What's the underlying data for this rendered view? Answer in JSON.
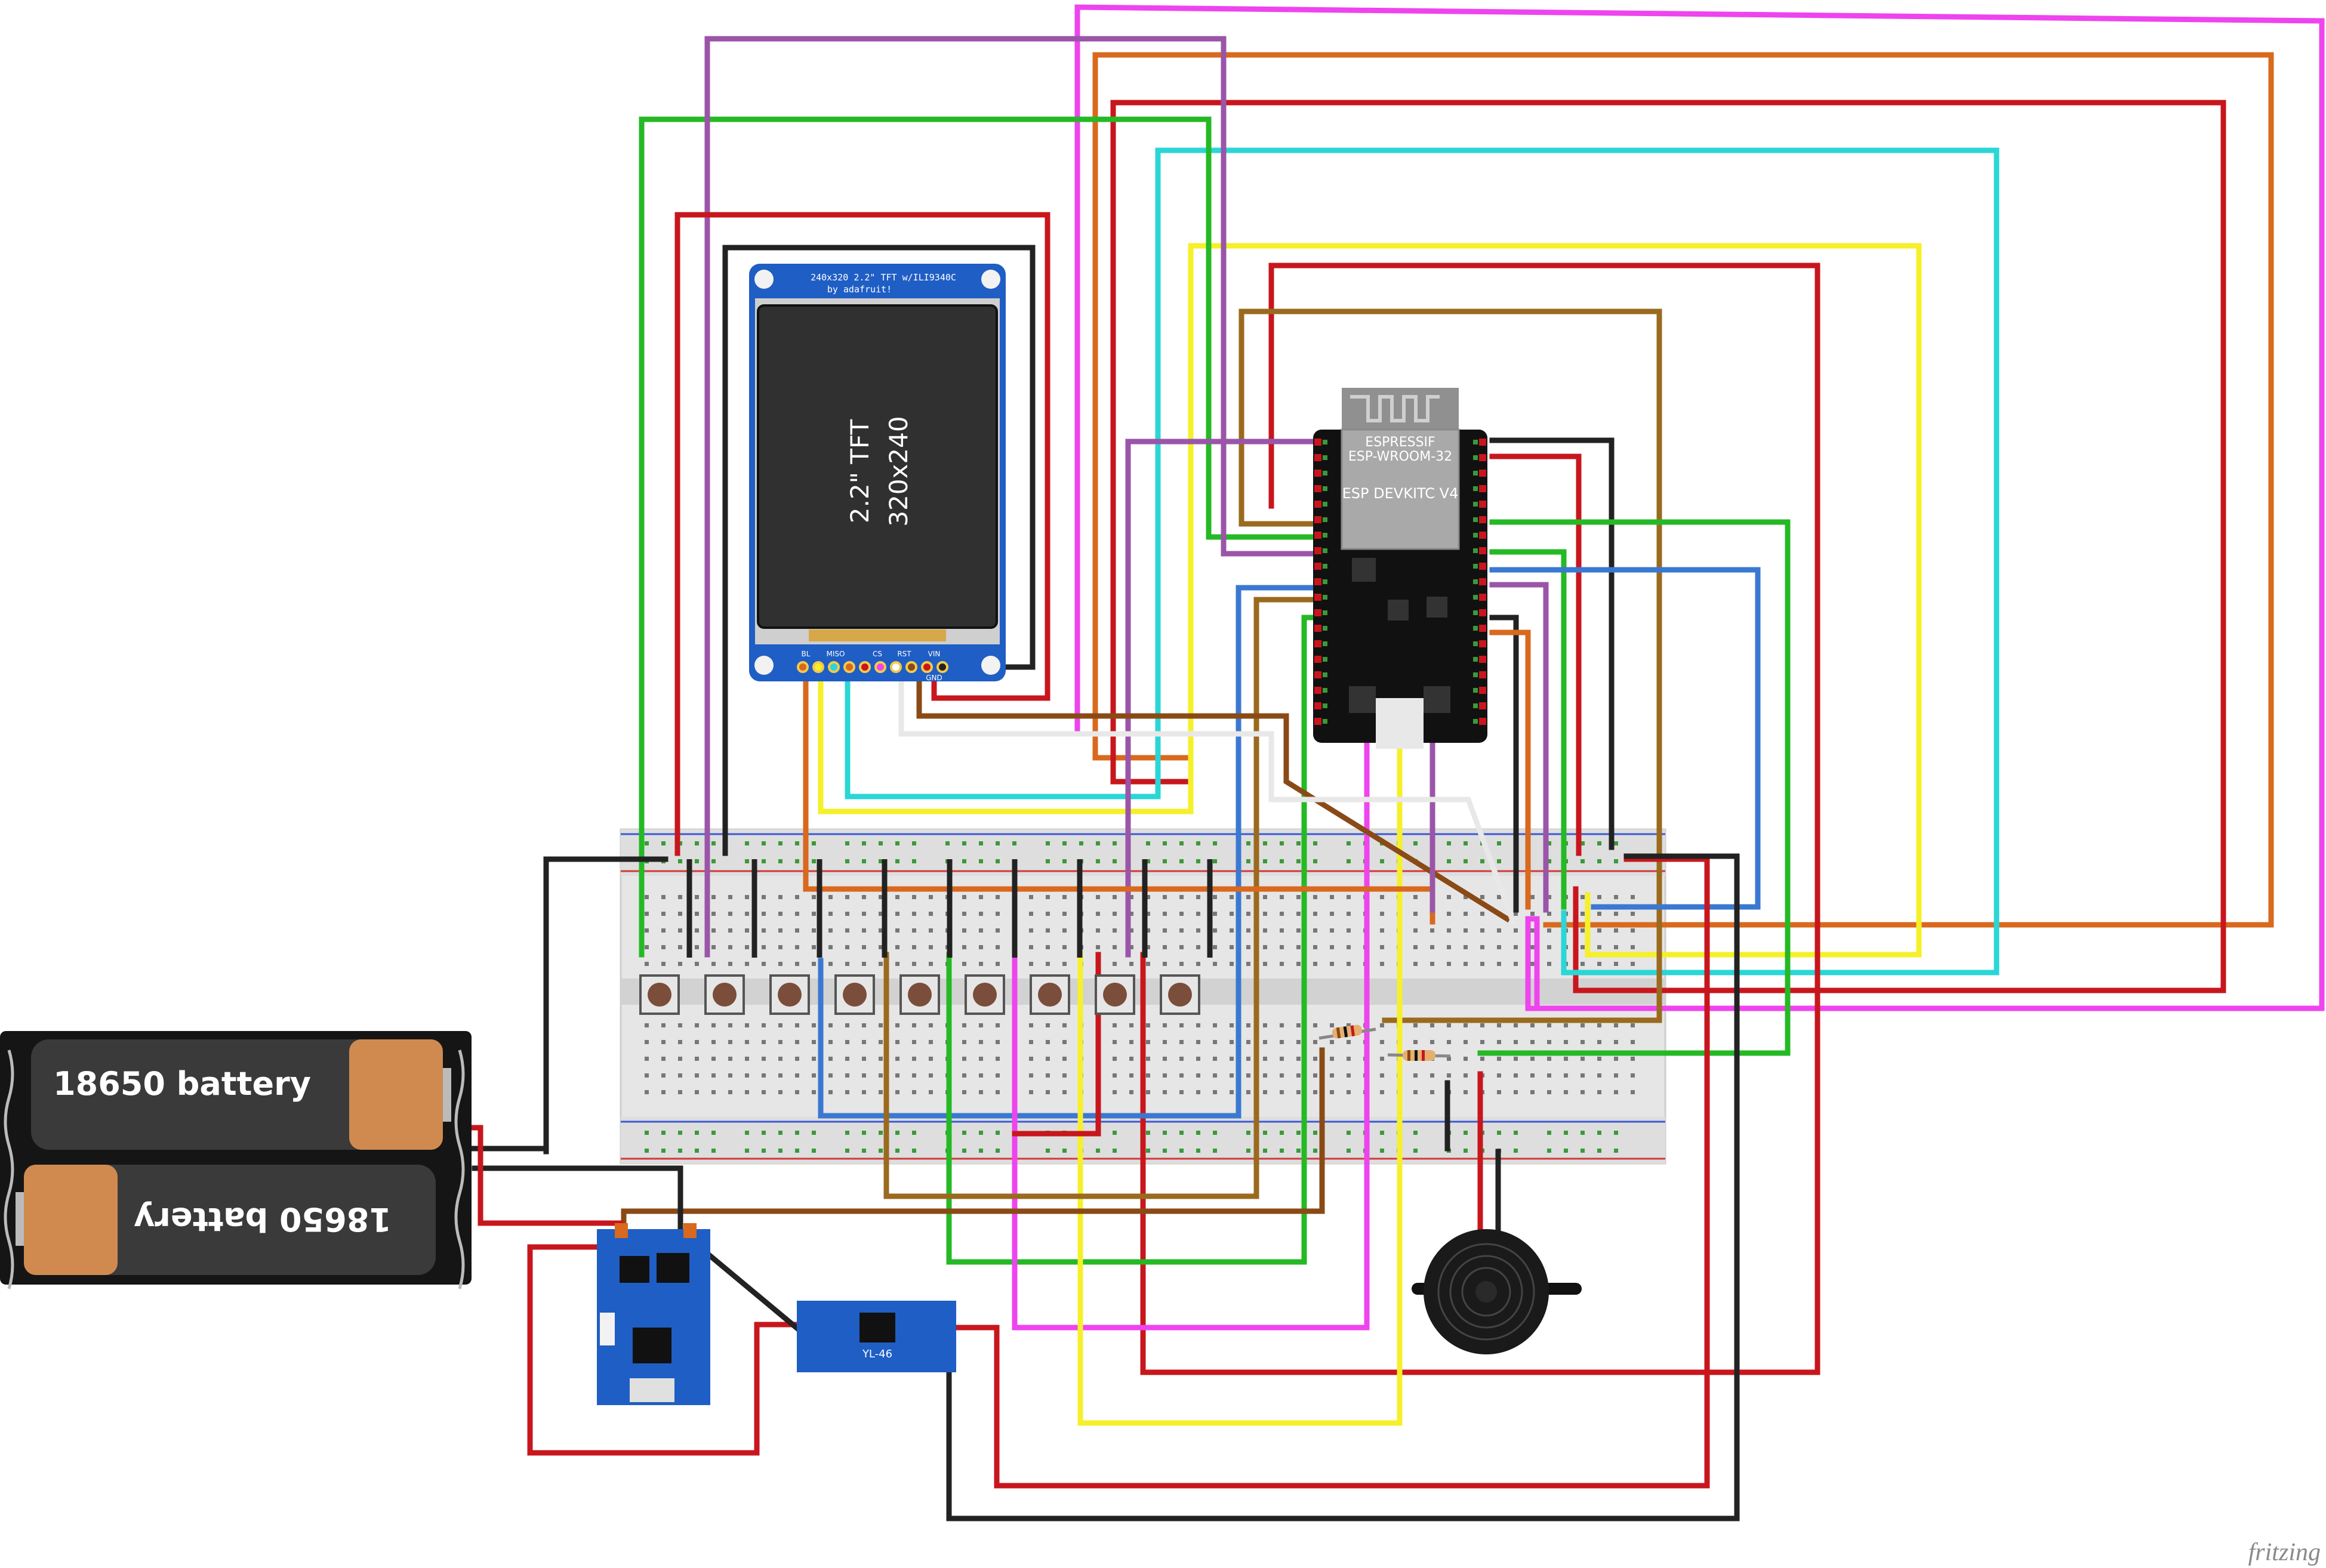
{
  "tft": {
    "header_line1": "240x320 2.2\" TFT w/ILI9340C",
    "header_line2": "by adafruit!",
    "screen_line1": "2.2\" TFT",
    "screen_line2": "320x240",
    "pin_labels": [
      "BL",
      "MISO",
      "CS",
      "RST",
      "VIN",
      "GND"
    ]
  },
  "esp32": {
    "line1": "ESPRESSIF",
    "line2": "ESP-WROOM-32",
    "line3": "ESP DEVKITC V4"
  },
  "battery": {
    "top_label": "18650 battery",
    "bottom_label": "18650 battery"
  },
  "booster": {
    "model": "YL-46"
  },
  "watermark": "fritzing",
  "colors": {
    "red": "#c8161d",
    "black": "#222222",
    "green": "#25b925",
    "magenta": "#ee44ee",
    "orange": "#d8691e",
    "cyan": "#2ad6d6",
    "yellow": "#f5f02a",
    "brown": "#9a6a1e",
    "purple": "#9a55a8",
    "blue": "#3a78d2",
    "board_blue": "#1f5ec4"
  }
}
